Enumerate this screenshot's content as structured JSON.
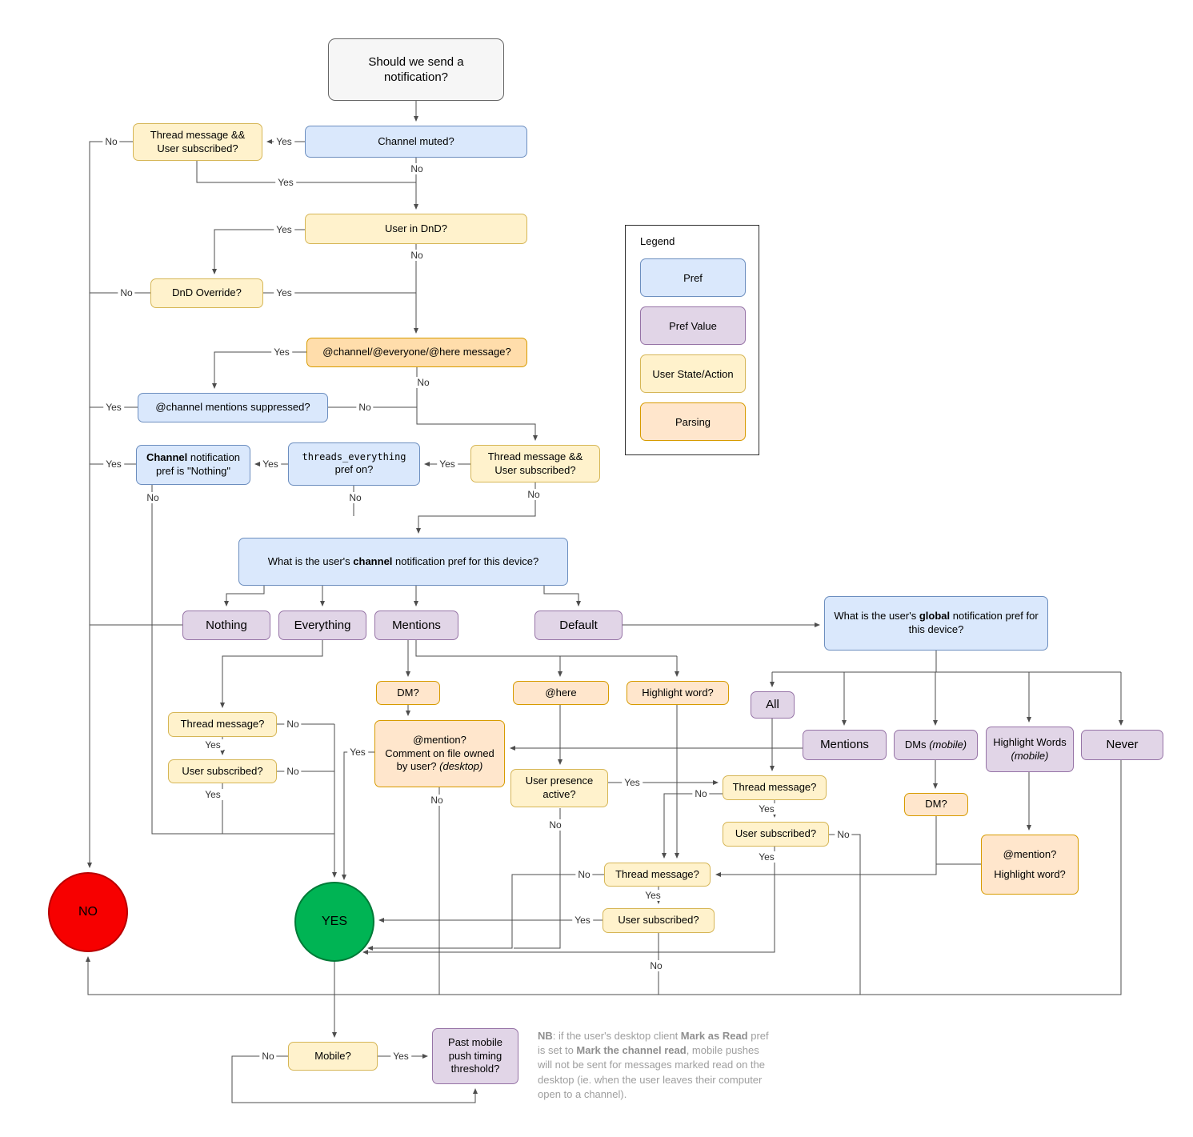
{
  "labels": {
    "yes": "Yes",
    "no": "No"
  },
  "terminals": {
    "no": "NO",
    "yes": "YES"
  },
  "nodes": {
    "start": {
      "label": "Should we send a notification?"
    },
    "channel_muted": {
      "label": "Channel muted?"
    },
    "thread_sub_1": {
      "label": "Thread message && User subscribed?"
    },
    "user_dnd": {
      "label": "User in DnD?"
    },
    "dnd_override": {
      "label": "DnD Override?"
    },
    "at_channel_msg": {
      "label": "@channel/@everyone/@here message?"
    },
    "mentions_suppressed": {
      "label": "@channel mentions suppressed?"
    },
    "thread_sub_2": {
      "label": "Thread message && User subscribed?"
    },
    "threads_everything": {
      "mono": "threads_everything",
      "rest": "pref on?"
    },
    "channel_pref_nothing": {
      "bold": "Channel",
      "rest": " notification pref is \"Nothing\""
    },
    "channel_pref_q": {
      "prefix": "What is the user's ",
      "bold": "channel",
      "suffix": " notification pref for this device?"
    },
    "nothing": {
      "label": "Nothing"
    },
    "everything": {
      "label": "Everything"
    },
    "mentions_channel": {
      "label": "Mentions"
    },
    "default_value": {
      "label": "Default"
    },
    "global_pref_q": {
      "prefix": "What is the user's ",
      "bold": "global",
      "suffix": " notification pref for this device?"
    },
    "dm_channel": {
      "label": "DM?"
    },
    "at_here": {
      "label": "@here"
    },
    "highlight_word": {
      "label": "Highlight word?"
    },
    "all": {
      "label": "All"
    },
    "thread_message_1": {
      "label": "Thread message?"
    },
    "user_subscribed_1": {
      "label": "User subscribed?"
    },
    "mention_comment": {
      "line1": "@mention?",
      "line2": "Comment on file owned by user?",
      "italic": "(desktop)"
    },
    "user_presence": {
      "label": "User presence active?"
    },
    "mentions_global": {
      "label": "Mentions"
    },
    "dms_mobile": {
      "prefix": "DMs ",
      "italic": "(mobile)"
    },
    "hw_mobile": {
      "line1": "Highlight Words",
      "italic": "(mobile)"
    },
    "never": {
      "label": "Never"
    },
    "thread_message_2": {
      "label": "Thread message?"
    },
    "user_subscribed_2": {
      "label": "User subscribed?"
    },
    "dm_mobile": {
      "label": "DM?"
    },
    "thread_message_3": {
      "label": "Thread message?"
    },
    "user_subscribed_3": {
      "label": "User subscribed?"
    },
    "mention_highlight": {
      "line1": "@mention?",
      "line2": "Highlight word?"
    },
    "mobile": {
      "label": "Mobile?"
    },
    "past_mobile": {
      "label": "Past mobile push timing threshold?"
    }
  },
  "legend": {
    "title": "Legend",
    "items": {
      "pref": "Pref",
      "pref_value": "Pref Value",
      "user_state": "User State/Action",
      "parsing": "Parsing"
    }
  },
  "note": {
    "bold1": "NB",
    "text1": ": if the user's desktop client ",
    "bold2": "Mark as Read",
    "text2": " pref is set to ",
    "bold3": "Mark the channel read",
    "text3": ", mobile pushes will not be sent for messages marked read on the desktop (ie. when the user leaves their computer open to a channel)."
  },
  "colors": {
    "pref_fill": "#dae8fc",
    "pref_stroke": "#6c8ebf",
    "pref_value_fill": "#e1d5e7",
    "pref_value_stroke": "#9673a6",
    "user_state_fill": "#fff2cc",
    "user_state_stroke": "#d6b656",
    "parsing_fill": "#ffe6cc",
    "parsing_stroke": "#d79b00",
    "yes_terminal": "#00b454",
    "no_terminal": "#f70000",
    "edge": "#4d4d4d",
    "note_text": "#9e9e9e"
  }
}
